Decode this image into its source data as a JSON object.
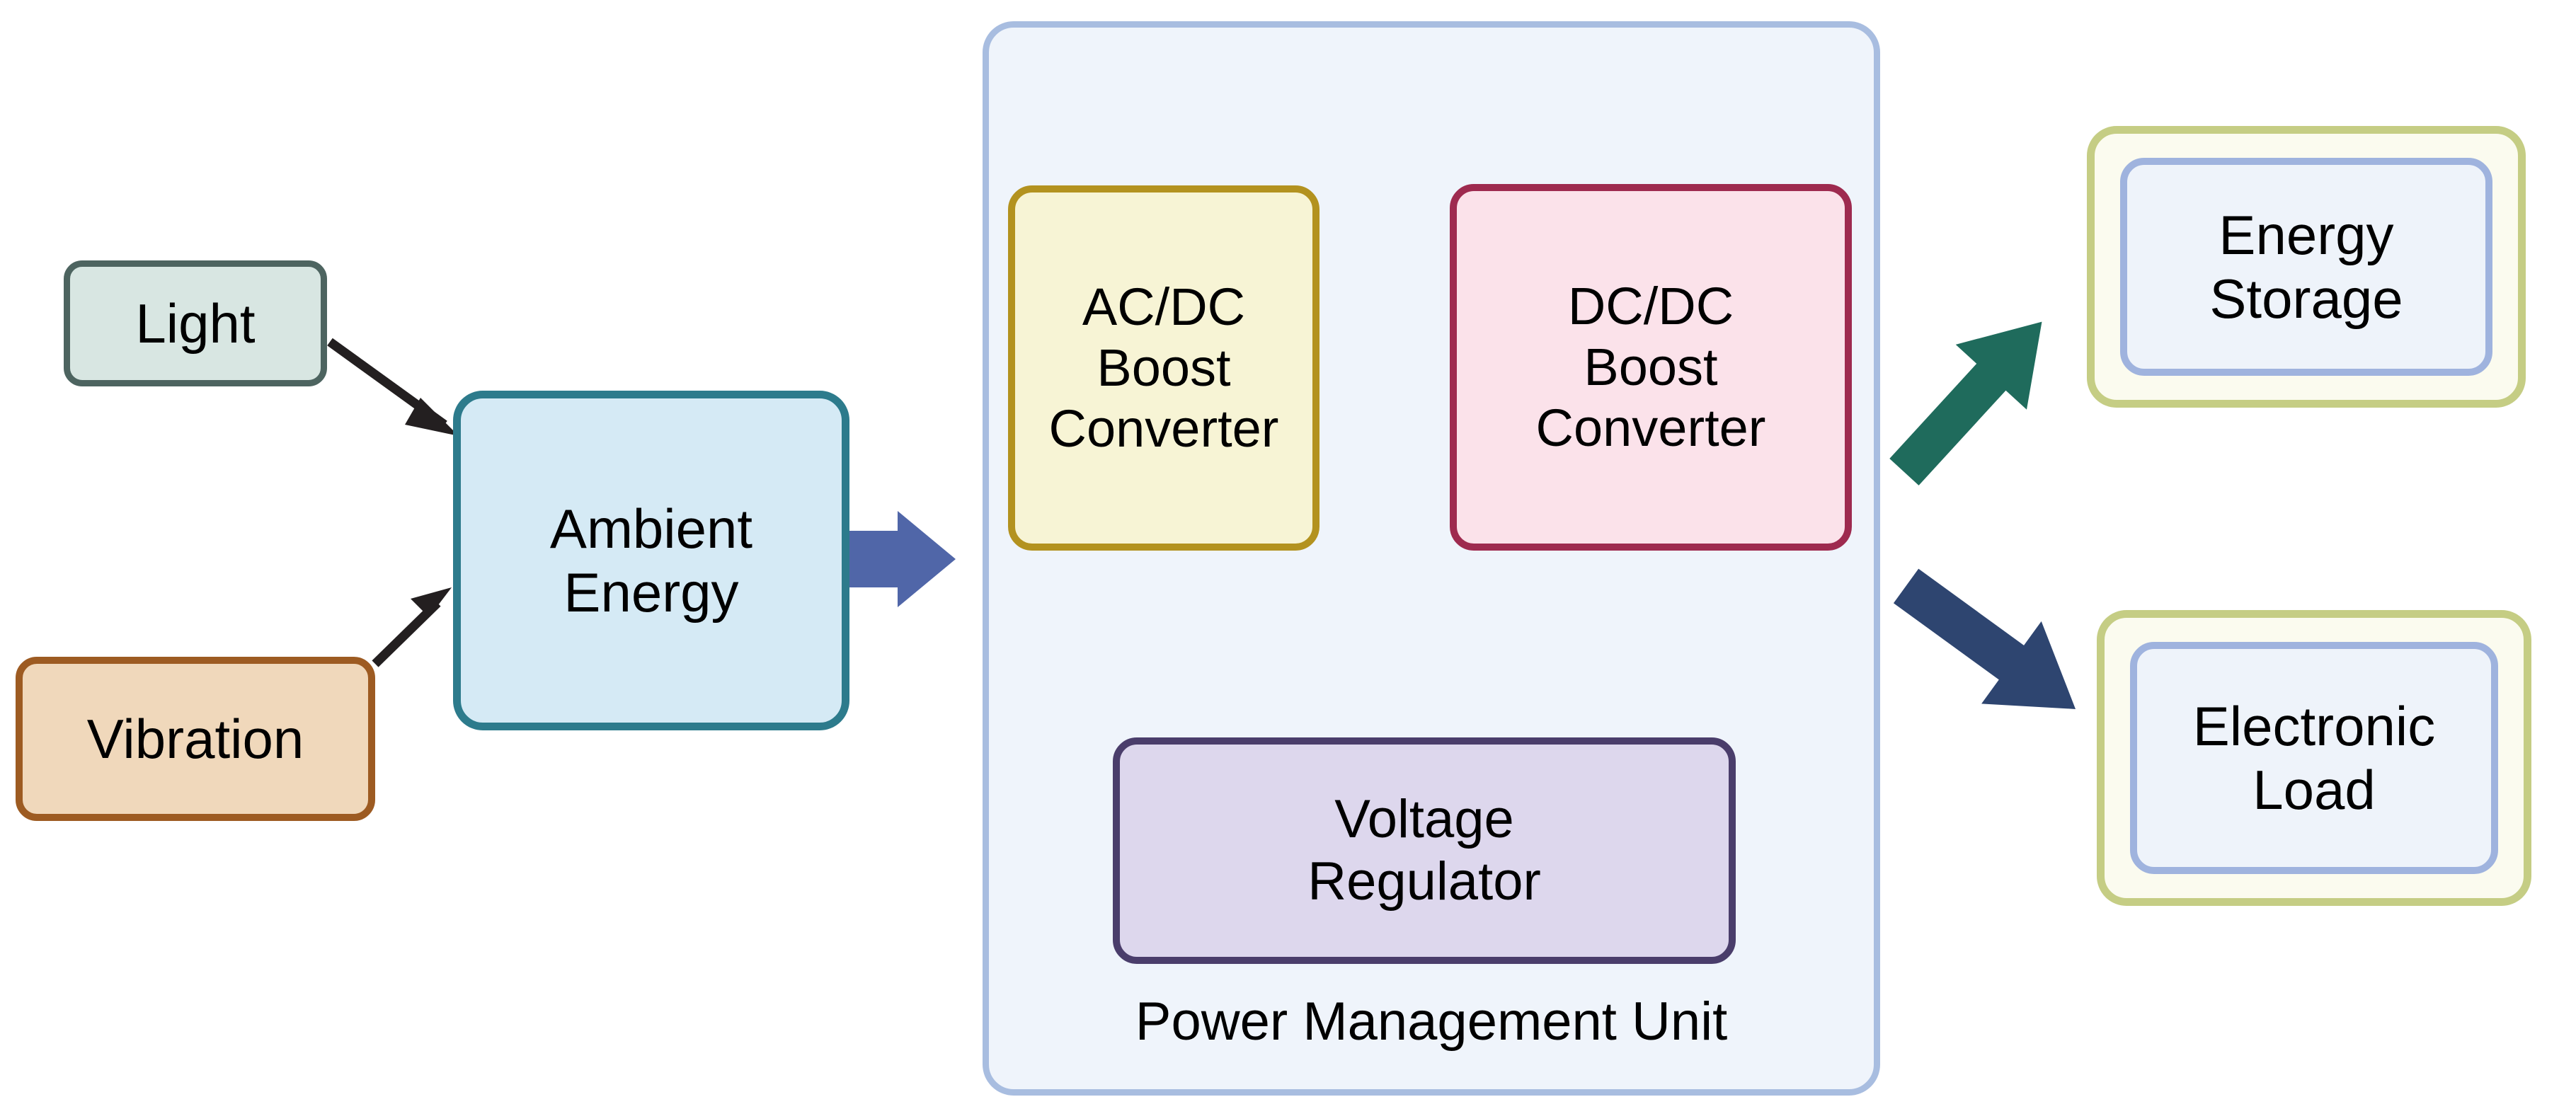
{
  "diagram": {
    "title": "Energy Harvesting Power Management Block Diagram",
    "background": "#ffffff"
  },
  "nodes": {
    "light": {
      "label": "Light",
      "fill": "#d8e6e2",
      "stroke": "#4d6460"
    },
    "vibration": {
      "label": "Vibration",
      "fill": "#f0d8bb",
      "stroke": "#9d5b22"
    },
    "ambient_energy": {
      "label": "Ambient\nEnergy",
      "fill": "#d5eaf5",
      "stroke": "#2d7b8c"
    },
    "power_management_unit": {
      "label": "Power Management Unit",
      "fill": "#eff4fb",
      "stroke": "#a8bde0"
    },
    "acdc_boost_converter": {
      "label": "AC/DC\nBoost\nConverter",
      "fill": "#f7f4d5",
      "stroke": "#b3921f"
    },
    "dcdc_boost_converter": {
      "label": "DC/DC\nBoost\nConverter",
      "fill": "#fbe2ea",
      "stroke": "#9e2a4f"
    },
    "voltage_regulator": {
      "label": "Voltage\nRegulator",
      "fill": "#ddd7ed",
      "stroke": "#4a3d6b"
    },
    "energy_storage": {
      "label": "Energy\nStorage",
      "outer_fill": "#fbfbef",
      "outer_stroke": "#c5cd84",
      "inner_fill": "#eef3fa",
      "inner_stroke": "#9fb3de"
    },
    "electronic_load": {
      "label": "Electronic\nLoad",
      "outer_fill": "#fbfbef",
      "outer_stroke": "#c5cd84",
      "inner_fill": "#eef3fa",
      "inner_stroke": "#9fb3de"
    }
  },
  "edges": [
    {
      "name": "light-to-ambient",
      "from": "light",
      "to": "ambient_energy",
      "color": "#231f20",
      "style": "thin-arrow"
    },
    {
      "name": "vibration-to-ambient",
      "from": "vibration",
      "to": "ambient_energy",
      "color": "#231f20",
      "style": "thin-arrow"
    },
    {
      "name": "ambient-to-pmu",
      "from": "ambient_energy",
      "to": "power_management_unit",
      "color": "#5066a8",
      "style": "block-arrow"
    },
    {
      "name": "acdc-to-dcdc",
      "from": "acdc_boost_converter",
      "to": "dcdc_boost_converter",
      "color": "#333333",
      "style": "thin-arrow"
    },
    {
      "name": "vreg-to-acdc",
      "from": "voltage_regulator",
      "to": "acdc_boost_converter",
      "color": "#231f20",
      "style": "orthogonal-arrow"
    },
    {
      "name": "vreg-to-dcdc",
      "from": "voltage_regulator",
      "to": "dcdc_boost_converter",
      "color": "#231f20",
      "style": "orthogonal-arrow"
    },
    {
      "name": "pmu-to-energy-storage",
      "from": "dcdc_boost_converter",
      "to": "energy_storage",
      "color": "#1f6b5c",
      "style": "block-arrow"
    },
    {
      "name": "pmu-to-electronic-load",
      "from": "dcdc_boost_converter",
      "to": "electronic_load",
      "color": "#2e4570",
      "style": "block-arrow"
    }
  ]
}
